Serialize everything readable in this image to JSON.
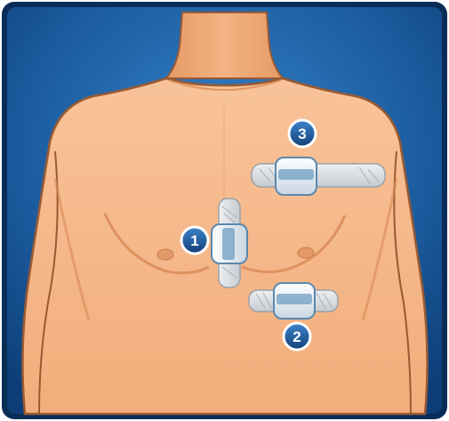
{
  "diagram": {
    "colors": {
      "background_light": "#2a74b8",
      "background_dark": "#0d3e78",
      "frame_border": "#0a2d58",
      "skin": "#f6b98a",
      "skin_shadow": "#d98b57",
      "outline": "#9a5a32",
      "badge_fill": "#1e5a9e",
      "badge_border": "#ffffff",
      "device_body": "#e8eef4",
      "device_accent": "#6f9ec2",
      "adhesive": "#d9dde1"
    },
    "figure": "torso-front-view",
    "devices": [
      {
        "id": "1",
        "label": "1",
        "orientation": "vertical"
      },
      {
        "id": "2",
        "label": "2",
        "orientation": "horizontal"
      },
      {
        "id": "3",
        "label": "3",
        "orientation": "horizontal"
      }
    ]
  }
}
